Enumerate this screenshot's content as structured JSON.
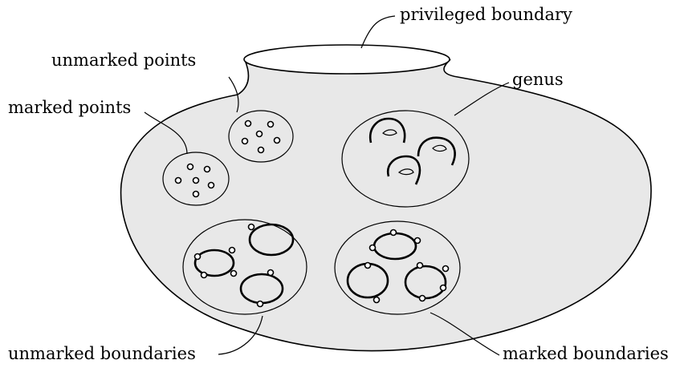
{
  "labels": {
    "privileged_boundary": "privileged boundary",
    "unmarked_points": "unmarked points",
    "marked_points": "marked points",
    "genus": "genus",
    "unmarked_boundaries": "unmarked boundaries",
    "marked_boundaries": "marked boundaries"
  },
  "colors": {
    "surface_fill": "#e8e8e8",
    "stroke": "#000000",
    "background": "#ffffff"
  }
}
